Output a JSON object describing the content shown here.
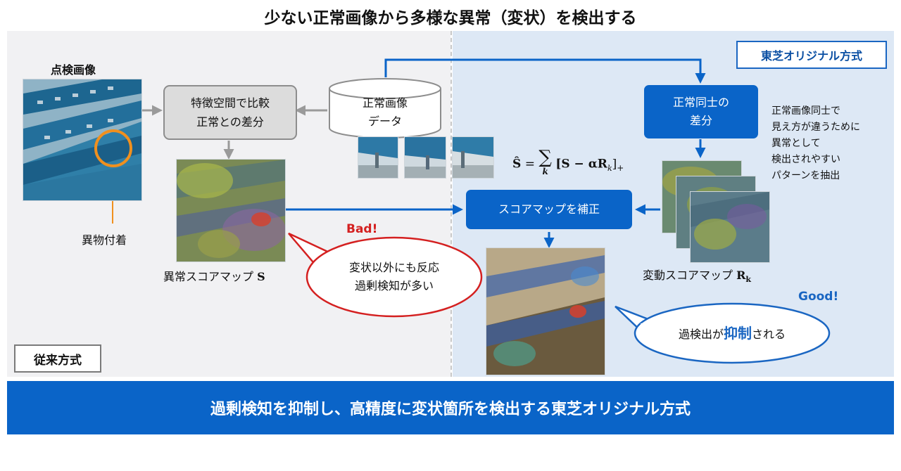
{
  "title": "少ない正常画像から多様な異常（変状）を検出する",
  "tags": {
    "toshiba": "東芝オリジナル方式",
    "conventional": "従来方式"
  },
  "left": {
    "inspection_label": "点検画像",
    "foreign_label": "異物付着",
    "compare_box": [
      "特徴空間で比較",
      "正常との差分"
    ],
    "anomaly_map_label": "異常スコアマップ",
    "anomaly_map_symbol": "S",
    "bad_label": "Bad!",
    "bad_bubble": [
      "変状以外にも反応",
      "過剰検知が多い"
    ]
  },
  "db": {
    "label": [
      "正常画像",
      "データ"
    ]
  },
  "right": {
    "diff_box": [
      "正常同士の",
      "差分"
    ],
    "note": [
      "正常画像同士で",
      "見え方が違うために",
      "異常として",
      "検出されやすい",
      "パターンを抽出"
    ],
    "correct_box": "スコアマップを補正",
    "variation_map_label": "変動スコアマップ",
    "variation_map_symbol": "R",
    "variation_map_subscript": "k",
    "good_label": "Good!",
    "good_bubble_pre": "過検出が",
    "good_bubble_emph": "抑制",
    "good_bubble_post": "される"
  },
  "formula": {
    "lhs": "Ŝ",
    "eq": "=",
    "sum": "∑",
    "sum_index": "k",
    "body": "[S − αR",
    "body_sub": "k",
    "close": "]",
    "plus": "+"
  },
  "banner": "過剰検知を抑制し、高精度に変状箇所を検出する東芝オリジナル方式",
  "colors": {
    "accent_blue": "#0a64c8",
    "arrow_gray": "#9a9a9a",
    "highlight_orange": "#f0901e",
    "bad_red": "#d42020",
    "good_blue": "#1a66c2"
  }
}
